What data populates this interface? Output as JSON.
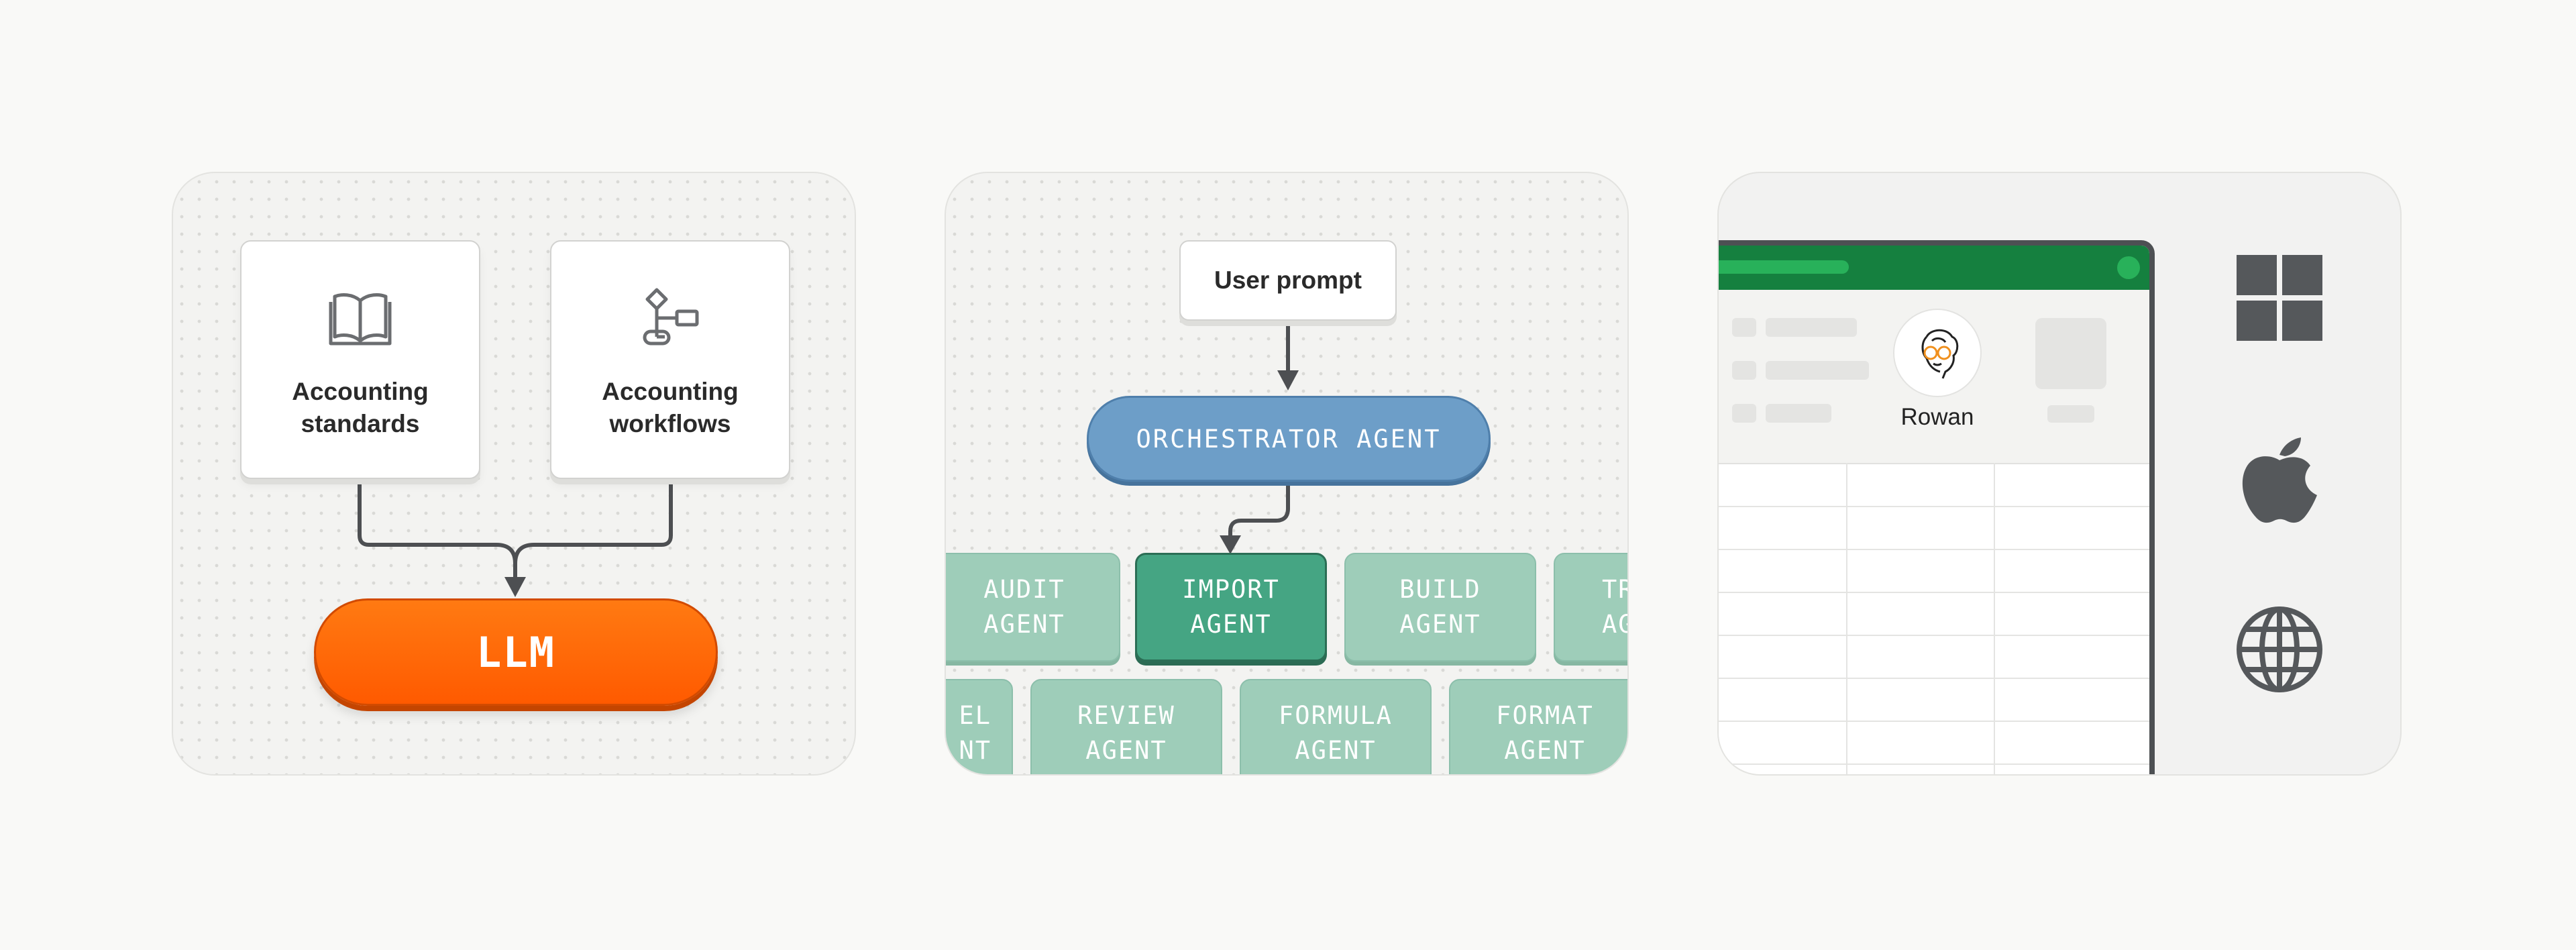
{
  "panel1": {
    "cards": [
      {
        "label": "Accounting\nstandards",
        "icon": "book-icon"
      },
      {
        "label": "Accounting\nworkflows",
        "icon": "workflow-icon"
      }
    ],
    "llm_label": "LLM",
    "colors": {
      "llm": "#ff6200",
      "connector": "#4d4f52"
    }
  },
  "panel2": {
    "prompt_label": "User prompt",
    "orchestrator_label": "ORCHESTRATOR AGENT",
    "agents_row1": [
      "AUDIT\nAGENT",
      "IMPORT\nAGENT",
      "BUILD\nAGENT",
      "TR\nAG"
    ],
    "agents_row2": [
      "EL\nNT",
      "REVIEW\nAGENT",
      "FORMULA\nAGENT",
      "FORMAT\nAGENT"
    ],
    "active_agent": "IMPORT\nAGENT",
    "colors": {
      "orchestrator": "#6d9ec8",
      "agent": "#9ecdb9",
      "agent_active": "#45a583"
    }
  },
  "panel3": {
    "user_name": "Rowan",
    "platform_icons": [
      "windows-icon",
      "apple-icon",
      "globe-icon"
    ],
    "colors": {
      "sheet_bar": "#15803f",
      "accent": "#28b15a"
    }
  }
}
